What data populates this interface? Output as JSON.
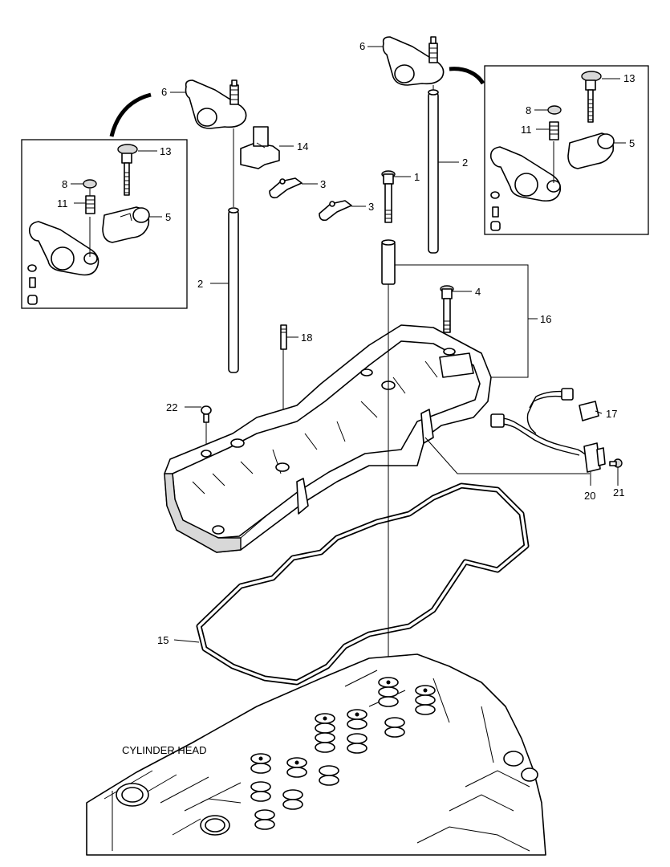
{
  "diagram": {
    "section_label": "CYLINDER HEAD",
    "callouts": [
      {
        "id": "6a",
        "text": "6"
      },
      {
        "id": "6b",
        "text": "6"
      },
      {
        "id": "13a",
        "text": "13"
      },
      {
        "id": "13b",
        "text": "13"
      },
      {
        "id": "8a",
        "text": "8"
      },
      {
        "id": "8b",
        "text": "8"
      },
      {
        "id": "11a",
        "text": "11"
      },
      {
        "id": "11b",
        "text": "11"
      },
      {
        "id": "5a",
        "text": "5"
      },
      {
        "id": "5b",
        "text": "5"
      },
      {
        "id": "14",
        "text": "14"
      },
      {
        "id": "3a",
        "text": "3"
      },
      {
        "id": "3b",
        "text": "3"
      },
      {
        "id": "1",
        "text": "1"
      },
      {
        "id": "2a",
        "text": "2"
      },
      {
        "id": "2b",
        "text": "2"
      },
      {
        "id": "4",
        "text": "4"
      },
      {
        "id": "16",
        "text": "16"
      },
      {
        "id": "18",
        "text": "18"
      },
      {
        "id": "22",
        "text": "22"
      },
      {
        "id": "17",
        "text": "17"
      },
      {
        "id": "20",
        "text": "20"
      },
      {
        "id": "21",
        "text": "21"
      },
      {
        "id": "15",
        "text": "15"
      }
    ]
  }
}
